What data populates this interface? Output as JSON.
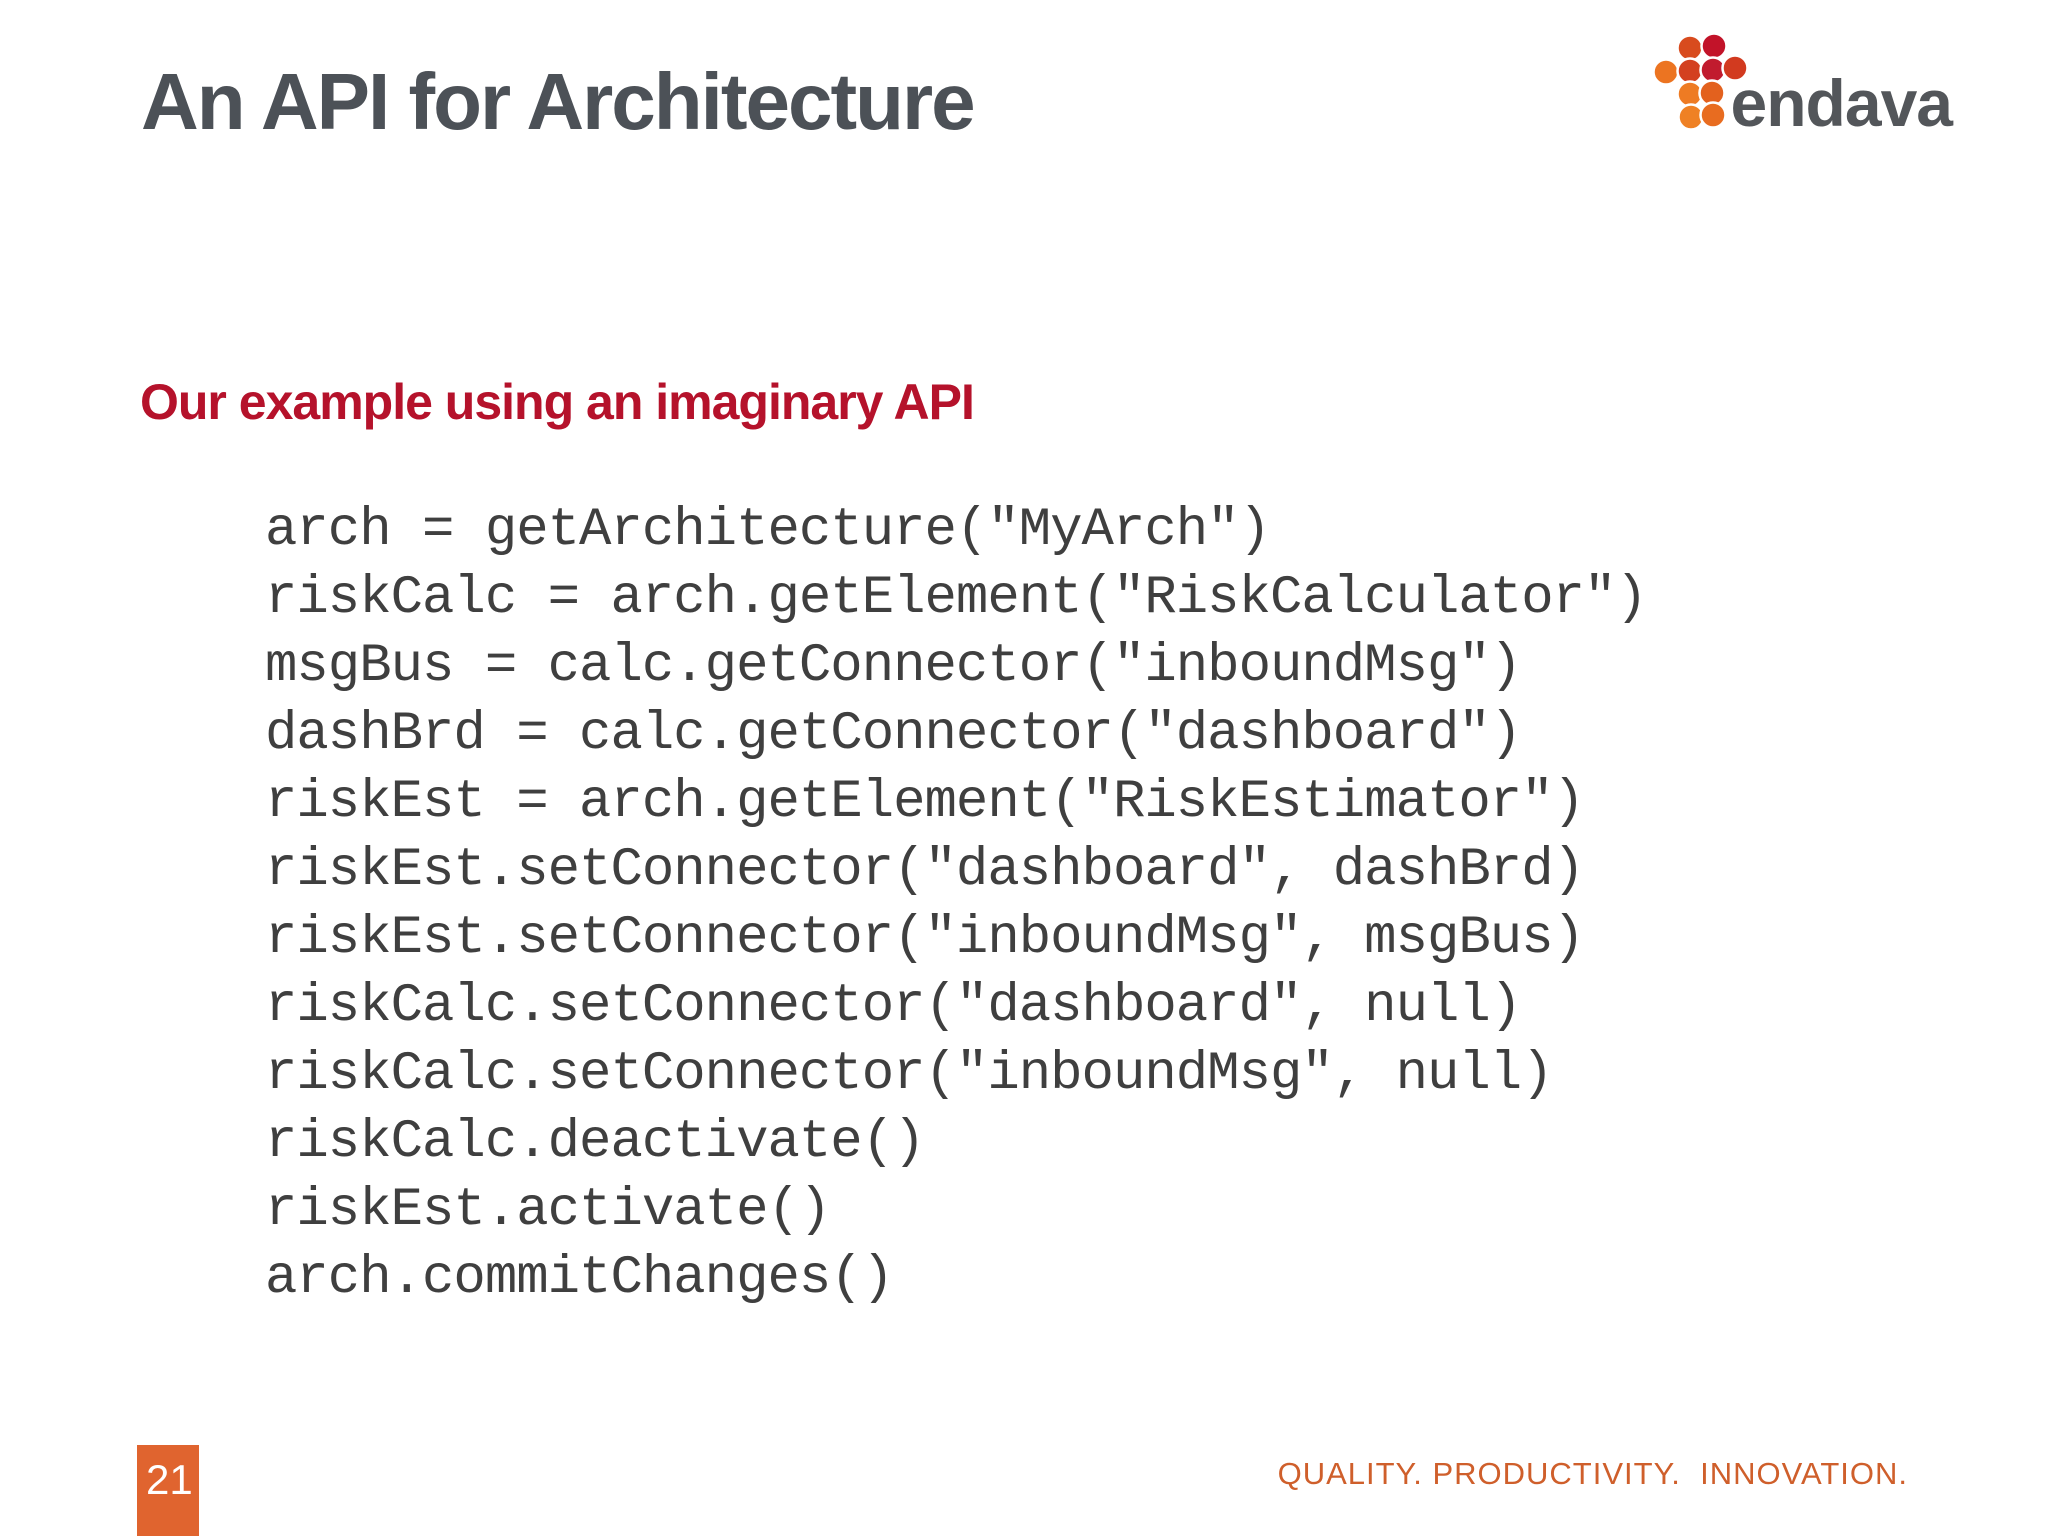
{
  "slide": {
    "title": "An API for Architecture",
    "heading": "Our example using an imaginary API",
    "code_lines": [
      "arch = getArchitecture(\"MyArch\")",
      "riskCalc = arch.getElement(\"RiskCalculator\")",
      "msgBus = calc.getConnector(\"inboundMsg\")",
      "dashBrd = calc.getConnector(\"dashboard\")",
      "riskEst = arch.getElement(\"RiskEstimator\")",
      "riskEst.setConnector(\"dashboard\", dashBrd)",
      "riskEst.setConnector(\"inboundMsg\", msgBus)",
      "riskCalc.setConnector(\"dashboard\", null)",
      "riskCalc.setConnector(\"inboundMsg\", null)",
      "riskCalc.deactivate()",
      "riskEst.activate()",
      "arch.commitChanges()"
    ],
    "page_number": "21",
    "footer_tagline": "QUALITY. PRODUCTIVITY.  INNOVATION.",
    "logo": {
      "wordmark": "endava",
      "mark_icon": "endava-dots-logo-icon"
    }
  },
  "colors": {
    "background": "#ffffff",
    "title": "#4c5157",
    "heading": "#b5122b",
    "code": "#3f3f3f",
    "accent_orange": "#e0642f",
    "footer_orange": "#cf5f2b",
    "logo_text": "#53565a",
    "logo_dots": [
      "#d84b1e",
      "#c21329",
      "#ec7421",
      "#d34020",
      "#c11b2e",
      "#d23a1f",
      "#ee7b23",
      "#e3611e",
      "#ef8124",
      "#e86c20"
    ]
  }
}
